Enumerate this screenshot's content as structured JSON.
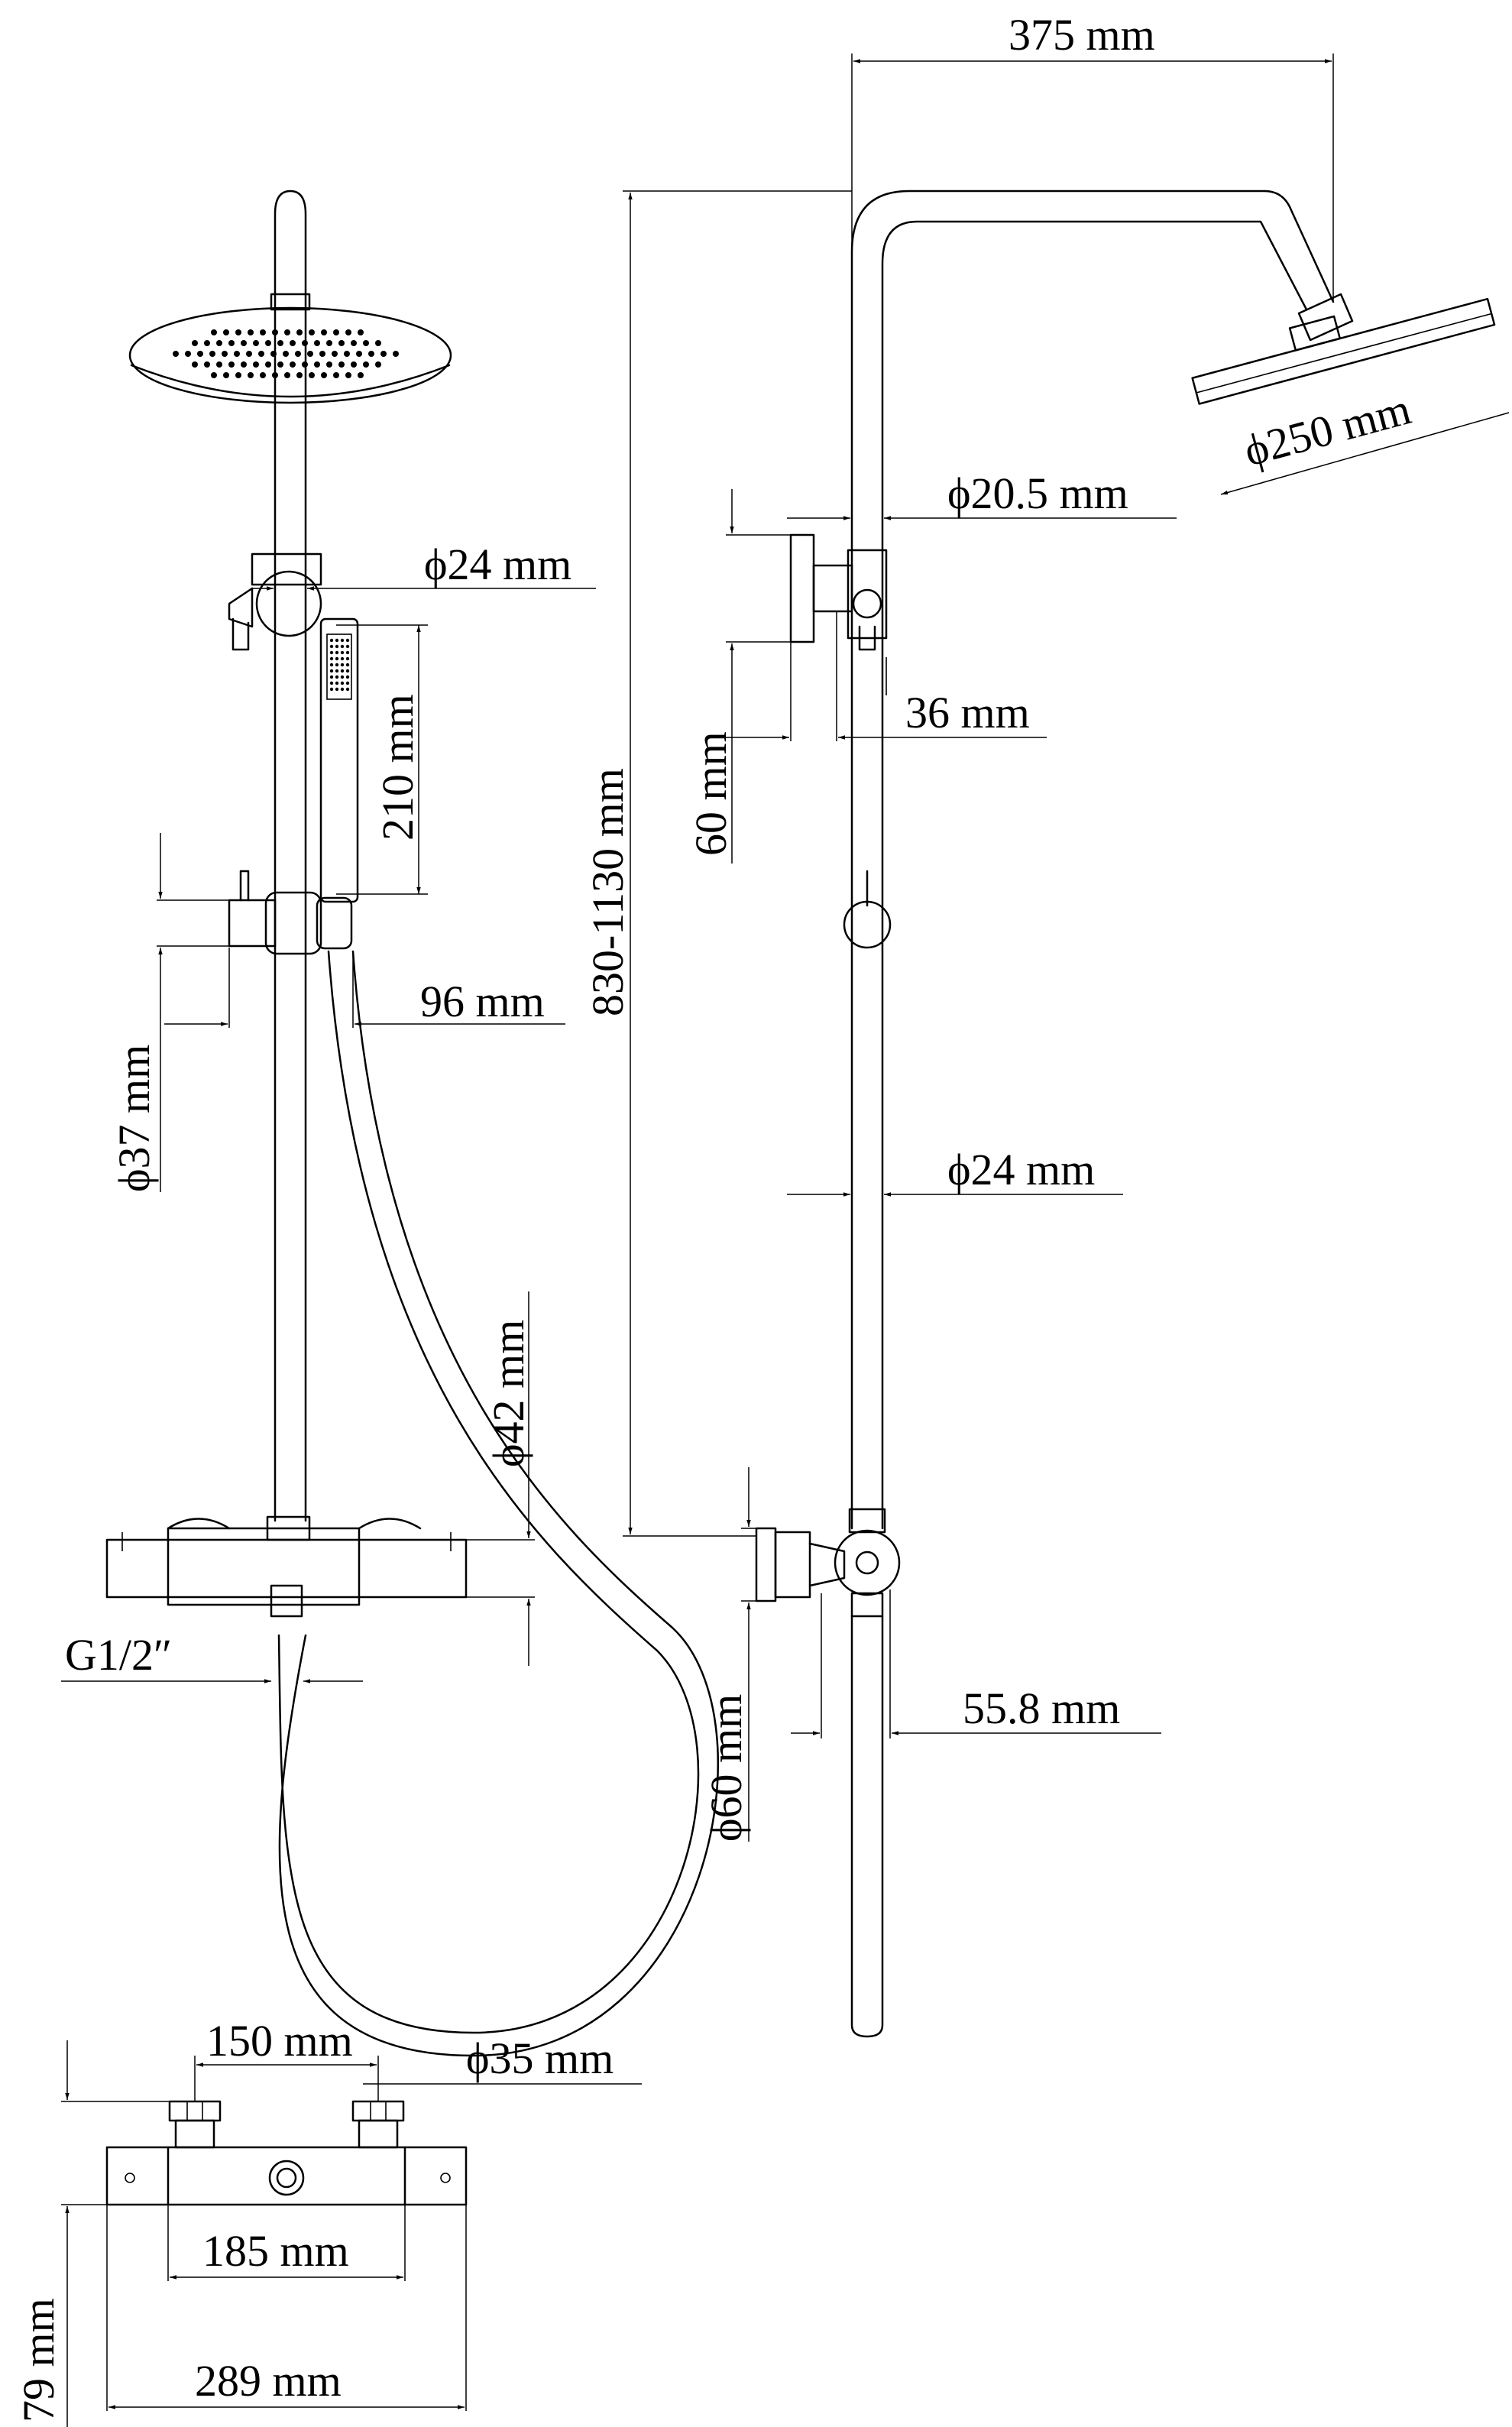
{
  "labels": {
    "arm_reach": "375 mm",
    "rain_head_diameter": "ϕ250 mm",
    "arm_pipe_diameter": "ϕ20.5 mm",
    "holder_offset": "36 mm",
    "holder_height": "60 mm",
    "riser_height": "830-1130 mm",
    "lower_pipe_diameter": "ϕ24 mm",
    "lower_holder_offset": "55.8 mm",
    "lower_holder_diameter": "ϕ60 mm",
    "front_pipe_diameter": "ϕ24 mm",
    "hand_shower_length": "210 mm",
    "slider_offset": "96 mm",
    "slider_diameter": "ϕ37 mm",
    "mixer_diameter": "ϕ42 mm",
    "inlet_thread": "G1/2″",
    "hose_diameter": "ϕ35 mm",
    "inlet_spacing": "150 mm",
    "mixer_body_width": "185 mm",
    "mixer_total_width": "289 mm",
    "mixer_depth": "79 mm"
  }
}
